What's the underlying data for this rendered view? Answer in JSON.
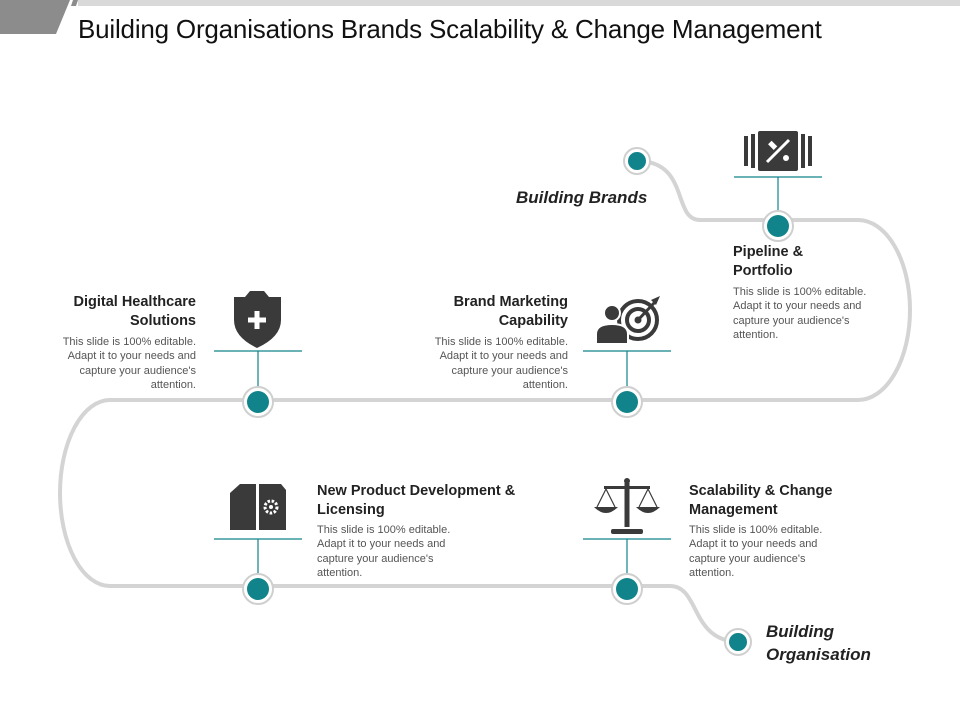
{
  "title": "Building Organisations Brands Scalability & Change Management",
  "start_label": "Building Brands",
  "end_label": "Building Organisation",
  "colors": {
    "accent": "#11838a",
    "path": "#d4d4d4",
    "icon": "#3a3a3a",
    "bar": "#8c8c8c"
  },
  "steps": [
    {
      "heading": "Pipeline & Portfolio",
      "text": "This slide is 100% editable. Adapt it to your needs and capture your audience's attention.",
      "icon": "toolbox-icon"
    },
    {
      "heading": "Brand Marketing Capability",
      "text": "This slide is 100% editable. Adapt it to your needs and capture your audience's attention.",
      "icon": "target-person-icon"
    },
    {
      "heading": "Digital Healthcare Solutions",
      "text": "This slide is 100% editable. Adapt it to your needs and capture your audience's attention.",
      "icon": "shield-plus-icon"
    },
    {
      "heading": "New Product Development & Licensing",
      "text": "This slide is 100% editable. Adapt it to your needs and capture your audience's attention.",
      "icon": "box-gear-icon"
    },
    {
      "heading": "Scalability & Change Management",
      "text": "This slide is 100% editable. Adapt it to your needs and capture your audience's attention.",
      "icon": "scales-icon"
    }
  ]
}
